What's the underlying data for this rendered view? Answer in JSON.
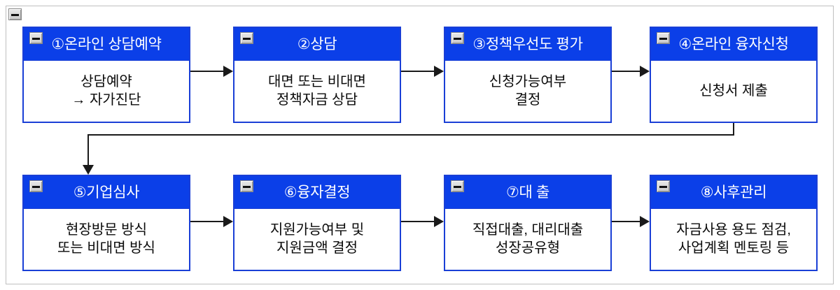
{
  "frame": {
    "collapse_icon": "minus-icon"
  },
  "diagram": {
    "type": "flowchart",
    "nodes": [
      {
        "id": "step1",
        "icon": "minus-icon",
        "title": "①온라인 상담예약",
        "body_lines": [
          "상담예약",
          "→ 자가진단"
        ]
      },
      {
        "id": "step2",
        "icon": "minus-icon",
        "title": "②상담",
        "body_lines": [
          "대면 또는 비대면",
          "정책자금 상담"
        ]
      },
      {
        "id": "step3",
        "icon": "minus-icon",
        "title": "③정책우선도 평가",
        "body_lines": [
          "신청가능여부",
          "결정"
        ]
      },
      {
        "id": "step4",
        "icon": "minus-icon",
        "title": "④온라인 융자신청",
        "body_lines": [
          "신청서 제출"
        ]
      },
      {
        "id": "step5",
        "icon": "minus-icon",
        "title": "⑤기업심사",
        "body_lines": [
          "현장방문 방식",
          "또는 비대면 방식"
        ]
      },
      {
        "id": "step6",
        "icon": "minus-icon",
        "title": "⑥융자결정",
        "body_lines": [
          "지원가능여부 및",
          "지원금액 결정"
        ]
      },
      {
        "id": "step7",
        "icon": "minus-icon",
        "title": "⑦대 출",
        "body_lines": [
          "직접대출, 대리대출",
          "성장공유형"
        ]
      },
      {
        "id": "step8",
        "icon": "minus-icon",
        "title": "⑧사후관리",
        "body_lines": [
          "자금사용 용도 점검,",
          "사업계획 멘토링 등"
        ]
      }
    ],
    "edges": [
      {
        "from": "step1",
        "to": "step2",
        "direction": "right"
      },
      {
        "from": "step2",
        "to": "step3",
        "direction": "right"
      },
      {
        "from": "step3",
        "to": "step4",
        "direction": "right"
      },
      {
        "from": "step4",
        "to": "step5",
        "direction": "down-left-down"
      },
      {
        "from": "step5",
        "to": "step6",
        "direction": "right"
      },
      {
        "from": "step6",
        "to": "step7",
        "direction": "right"
      },
      {
        "from": "step7",
        "to": "step8",
        "direction": "right"
      }
    ]
  },
  "colors": {
    "header_blue": "#0b3fe8",
    "border_blue": "#1a3fd6",
    "connector": "#1a1a1a",
    "frame_gray": "#bfbfbf",
    "body_text": "#0a0a0a",
    "title_text": "#ffffff"
  }
}
